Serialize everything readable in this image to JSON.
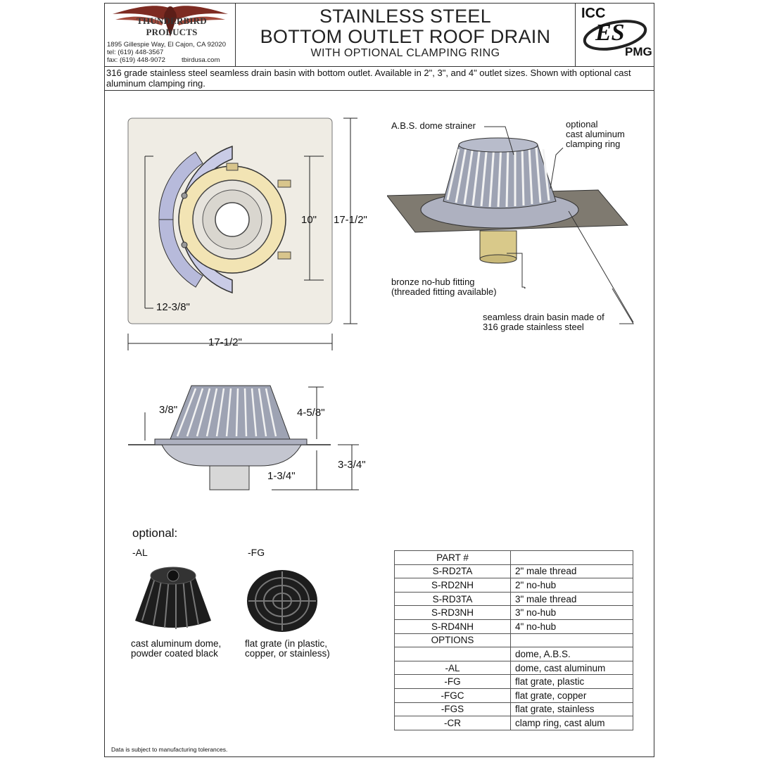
{
  "company": {
    "name": "THUNDERBIRD PRODUCTS",
    "address": "1895 Gillespie Way,  El Cajon,  CA 92020",
    "tel": "tel:  (619)  448-3567",
    "fax": "fax: (619)  448-9072",
    "website": "tbirdusa.com"
  },
  "title": {
    "line1": "STAINLESS STEEL",
    "line2": "BOTTOM OUTLET ROOF DRAIN",
    "line3": "WITH OPTIONAL CLAMPING RING"
  },
  "cert": {
    "top": "ICC",
    "mid": "ES",
    "bottom": "PMG"
  },
  "description": "316 grade stainless steel seamless drain basin with bottom outlet. Available in 2\", 3\", and 4\" outlet sizes. Shown with optional cast aluminum clamping ring.",
  "plan_view": {
    "dim_inner": "10\"",
    "dim_side": "17-1/2\"",
    "dim_ring": "12-3/8\"",
    "dim_bottom": "17-1/2\""
  },
  "iso_view": {
    "label_strainer": "A.B.S. dome strainer",
    "label_ring_1": "optional",
    "label_ring_2": "cast aluminum",
    "label_ring_3": "clamping ring",
    "label_fitting_1": "bronze no-hub fitting",
    "label_fitting_2": "(threaded fitting available)",
    "label_basin_1": "seamless drain basin made of",
    "label_basin_2": "316 grade stainless steel"
  },
  "side_view": {
    "dim_ring": "3/8\"",
    "dim_height": "4-5/8\"",
    "dim_depth": "3-3/4\"",
    "dim_outlet": "1-3/4\""
  },
  "optional": {
    "heading": "optional:",
    "al_code": "-AL",
    "al_desc_1": "cast aluminum dome,",
    "al_desc_2": "powder coated black",
    "fg_code": "-FG",
    "fg_desc_1": "flat grate (in plastic,",
    "fg_desc_2": "copper, or stainless)"
  },
  "parts_table": [
    [
      "PART #",
      ""
    ],
    [
      "S-RD2TA",
      "2\" male thread"
    ],
    [
      "S-RD2NH",
      "2\" no-hub"
    ],
    [
      "S-RD3TA",
      "3\" male thread"
    ],
    [
      "S-RD3NH",
      "3\" no-hub"
    ],
    [
      "S-RD4NH",
      "4\" no-hub"
    ],
    [
      "OPTIONS",
      ""
    ],
    [
      "",
      "dome, A.B.S."
    ],
    [
      "-AL",
      "dome, cast aluminum"
    ],
    [
      "-FG",
      "flat grate, plastic"
    ],
    [
      "-FGC",
      "flat grate, copper"
    ],
    [
      "-FGS",
      "flat grate, stainless"
    ],
    [
      "-CR",
      "clamp ring, cast alum"
    ]
  ],
  "footer": "Data is subject to manufacturing tolerances.",
  "colors": {
    "plate": "#efece4",
    "ring": "#c9cbe6",
    "hub": "#f2e4b4",
    "steel": "#9ea3b3",
    "dark": "#222222"
  }
}
